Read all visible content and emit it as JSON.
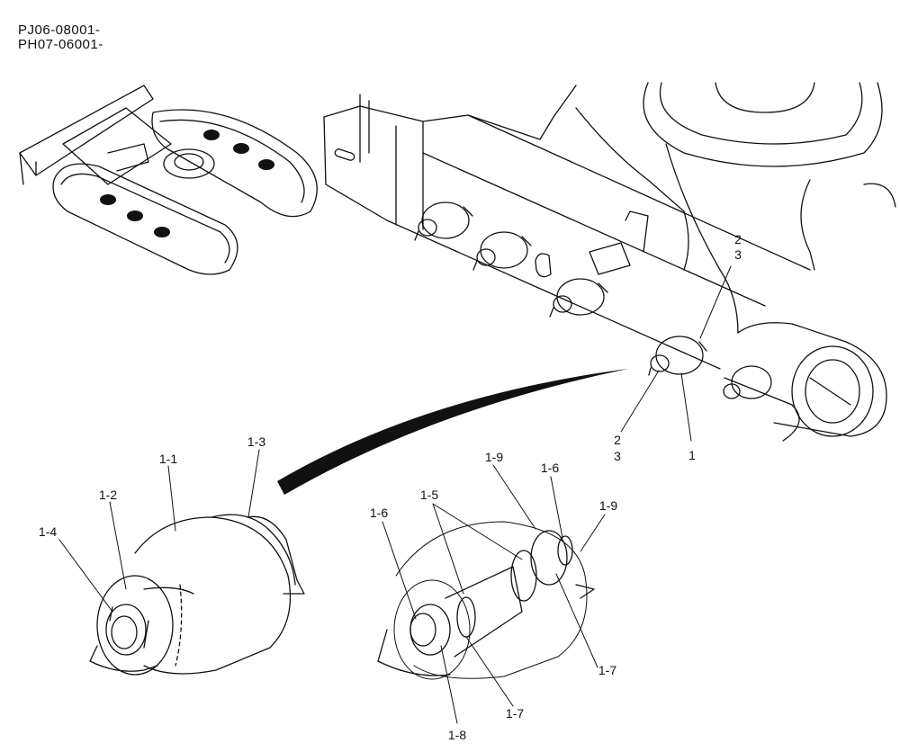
{
  "header": {
    "codes": [
      "PJ06-08001-",
      "PH07-06001-"
    ]
  },
  "callouts": {
    "a2": "2",
    "a3": "3",
    "b2": "2",
    "b3": "3",
    "one": "1",
    "c1_1": "1-1",
    "c1_2": "1-2",
    "c1_3": "1-3",
    "c1_4": "1-4",
    "c1_5": "1-5",
    "c1_6a": "1-6",
    "c1_6b": "1-6",
    "c1_7a": "1-7",
    "c1_7b": "1-7",
    "c1_8": "1-8",
    "c1_9a": "1-9",
    "c1_9b": "1-9"
  }
}
